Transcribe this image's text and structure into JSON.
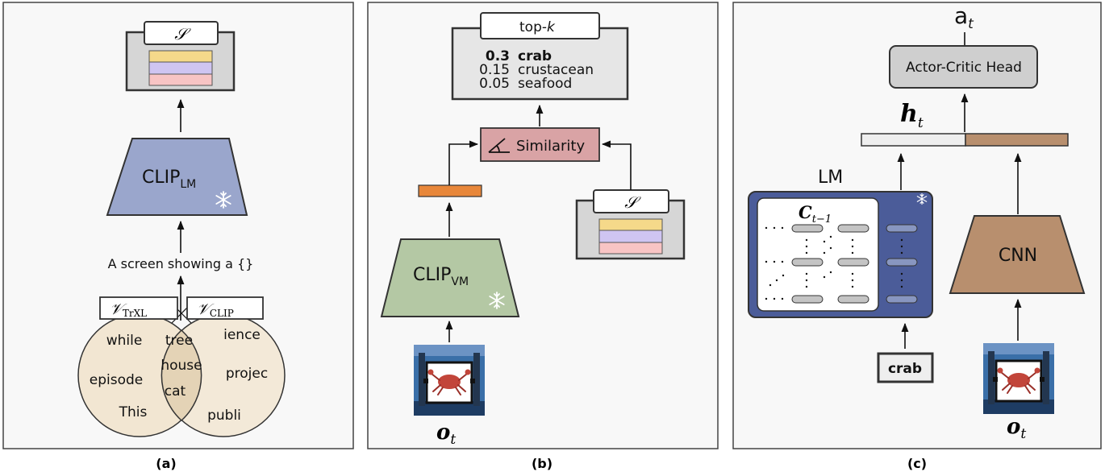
{
  "panels": {
    "a": {
      "caption": "(a)",
      "set_label": "𝒮",
      "model_label": "CLIP",
      "model_sub": "LM",
      "prompt": "A screen showing a {}",
      "vocab_left": "𝒱",
      "vocab_left_sub": "TrXL",
      "vocab_right": "𝒱",
      "vocab_right_sub": "CLIP",
      "left_words": [
        "while",
        "episode",
        "This"
      ],
      "middle_words": [
        "tree",
        "house",
        "cat"
      ],
      "right_words": [
        "ience",
        "projec",
        "publi"
      ]
    },
    "b": {
      "caption": "(b)",
      "topk_label": "top-k",
      "topk_k": "k",
      "results": [
        {
          "score": "0.3",
          "word": "crab"
        },
        {
          "score": "0.15",
          "word": "crustacean"
        },
        {
          "score": "0.05",
          "word": "seafood"
        }
      ],
      "similarity_label": "Similarity",
      "set_label": "𝒮",
      "model_label": "CLIP",
      "model_sub": "VM",
      "obs_label": "o",
      "obs_sub": "t"
    },
    "c": {
      "caption": "(c)",
      "action_label": "a",
      "action_sub": "t",
      "head_label": "Actor-Critic Head",
      "hidden_label": "h",
      "hidden_sub": "t",
      "lm_label": "LM",
      "context_label": "C",
      "context_sub": "t−1",
      "token_label": "crab",
      "cnn_label": "CNN",
      "obs_label": "o",
      "obs_sub": "t"
    }
  },
  "colors": {
    "panel_bg": "#f8f8f8",
    "clip_lm": "#9aa6cc",
    "clip_vm": "#b4c8a4",
    "similarity": "#d9a3a5",
    "embedding": "#e8873a",
    "lm_blue": "#4b5c99",
    "cnn_brown": "#b88f6e",
    "head_gray": "#cfcfcf",
    "stripe_yellow": "#f5d98a",
    "stripe_lavender": "#cfc5f2",
    "stripe_pink": "#f8c4c4",
    "venn_fill": "#f2e6d2"
  },
  "icons": [
    "snowflake-icon",
    "angle-icon",
    "crab-image-icon"
  ]
}
